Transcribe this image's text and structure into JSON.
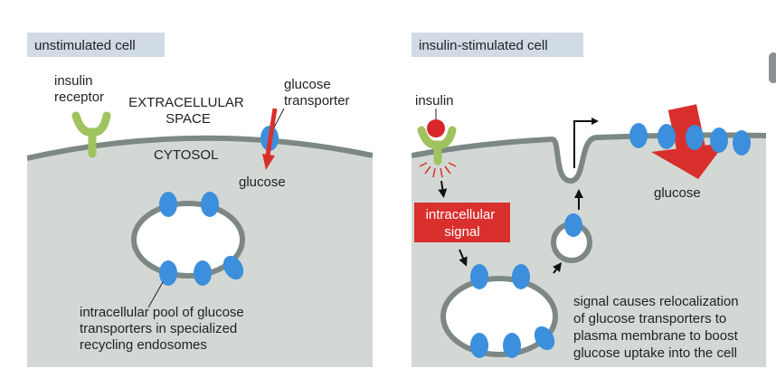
{
  "colors": {
    "cytosol": "#d3d8d4",
    "membrane": "#7d8884",
    "transporter": "#3b8fdd",
    "receptor": "#9fc35f",
    "insulin": "#d9262b",
    "signal_box": "#d9302d",
    "arrow_red": "#d9302d",
    "panel_label_bg": "#d0dbe6",
    "text": "#222222"
  },
  "left_panel": {
    "title": "unstimulated cell",
    "receptor_label": [
      "insulin",
      "receptor"
    ],
    "extracellular_label": [
      "EXTRACELLULAR",
      "SPACE"
    ],
    "cytosol_label": "CYTOSOL",
    "transporter_label": [
      "glucose",
      "transporter"
    ],
    "glucose_label": "glucose",
    "pool_label": [
      "intracellular pool of glucose",
      "transporters in specialized",
      "recycling endosomes"
    ]
  },
  "right_panel": {
    "title": "insulin-stimulated cell",
    "insulin_label": "insulin",
    "signal_label": [
      "intracellular",
      "signal"
    ],
    "glucose_label": "glucose",
    "caption": [
      "signal causes relocalization",
      "of glucose transporters to",
      "plasma membrane to boost",
      "glucose uptake into the cell"
    ]
  }
}
